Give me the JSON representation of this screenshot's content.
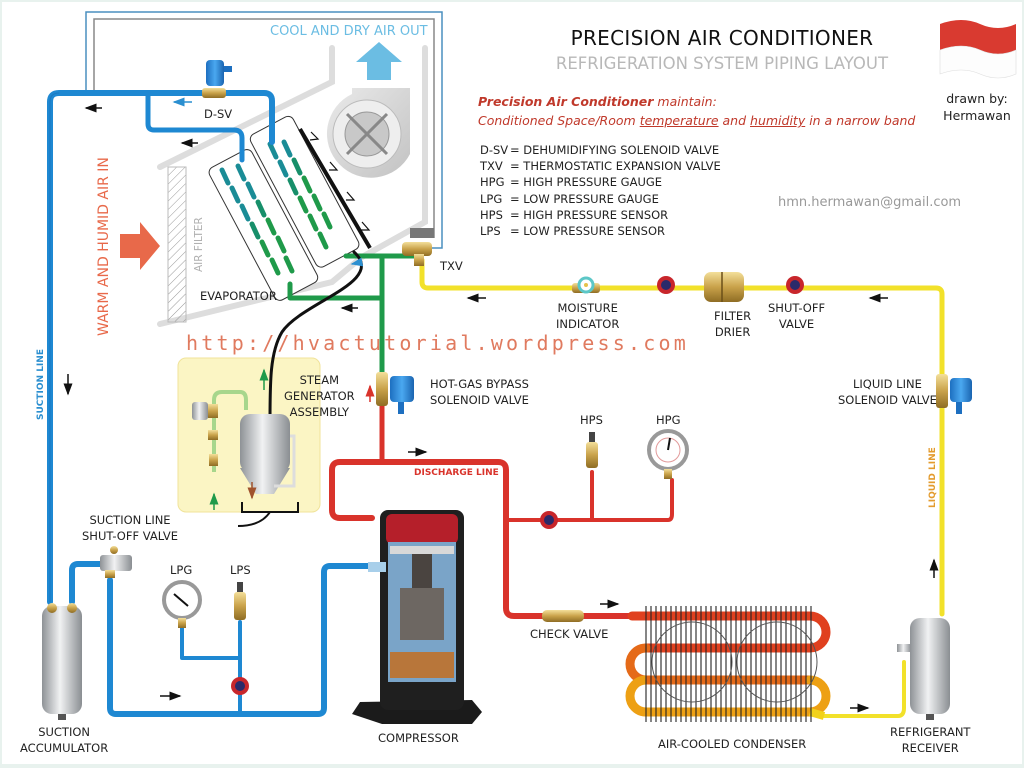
{
  "header": {
    "title": "PRECISION AIR CONDITIONER",
    "subtitle": "REFRIGERATION SYSTEM PIPING LAYOUT",
    "intro_bold": "Precision Air Conditioner",
    "intro_rest": " maintain:",
    "intro_line2_a": "Conditioned Space/Room ",
    "intro_line2_temp": "temperature",
    "intro_line2_b": " and ",
    "intro_line2_hum": "humidity",
    "intro_line2_c": " in a narrow band",
    "author_line1": "drawn by:",
    "author_line2": "Hermawan",
    "email": "hmn.hermawan@gmail.com",
    "url": "http://hvactutorial.wordpress.com",
    "flag_icon": "indonesia-flag-icon"
  },
  "legend": [
    {
      "abbr": "D-SV",
      "desc": "= DEHUMIDIFYING SOLENOID VALVE"
    },
    {
      "abbr": "TXV",
      "desc": "= THERMOSTATIC EXPANSION VALVE"
    },
    {
      "abbr": "HPG",
      "desc": "= HIGH PRESSURE GAUGE"
    },
    {
      "abbr": "LPG",
      "desc": "= LOW PRESSURE GAUGE"
    },
    {
      "abbr": "HPS",
      "desc": "= HIGH PRESSURE SENSOR"
    },
    {
      "abbr": "LPS",
      "desc": "= LOW PRESSURE SENSOR"
    }
  ],
  "air": {
    "out": "COOL AND DRY AIR OUT",
    "in": "WARM AND HUMID AIR IN",
    "filter": "AIR FILTER"
  },
  "lines": {
    "suction": "SUCTION LINE",
    "liquid": "LIQUID LINE",
    "discharge": "DISCHARGE LINE"
  },
  "components": {
    "dsv": "D-SV",
    "txv": "TXV",
    "evaporator": "EVAPORATOR",
    "moisture_1": "MOISTURE",
    "moisture_2": "INDICATOR",
    "filter_1": "FILTER",
    "filter_2": "DRIER",
    "shutoff_1": "SHUT-OFF",
    "shutoff_2": "VALVE",
    "steam_1": "STEAM",
    "steam_2": "GENERATOR",
    "steam_3": "ASSEMBLY",
    "hotgas_1": "HOT-GAS BYPASS",
    "hotgas_2": "SOLENOID VALVE",
    "hps": "HPS",
    "hpg": "HPG",
    "lls_1": "LIQUID LINE",
    "lls_2": "SOLENOID VALVE",
    "suction_sov_1": "SUCTION LINE",
    "suction_sov_2": "SHUT-OFF VALVE",
    "lpg": "LPG",
    "lps": "LPS",
    "accum_1": "SUCTION",
    "accum_2": "ACCUMULATOR",
    "compressor": "COMPRESSOR",
    "check_valve": "CHECK VALVE",
    "condenser": "AIR-COOLED CONDENSER",
    "receiver_1": "REFRIGERANT",
    "receiver_2": "RECEIVER"
  },
  "colors": {
    "suction": "#1e88d2",
    "liquid": "#f2e12a",
    "discharge": "#d9332b",
    "evaporator_feed": "#1f9a4a",
    "url": "#e07a5f",
    "intro": "#c0392b"
  }
}
